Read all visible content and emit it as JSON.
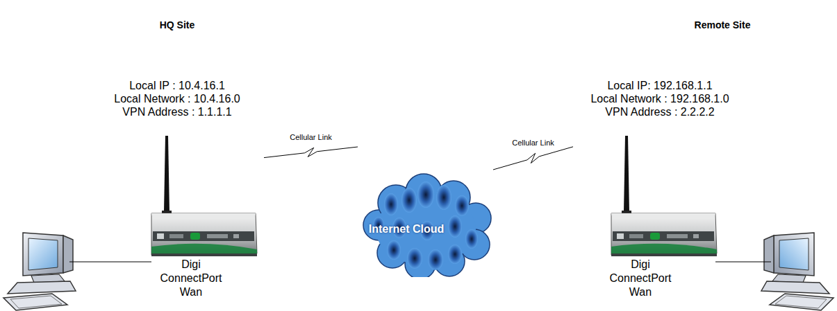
{
  "diagram": {
    "nodes": [
      {
        "text": [
          "Local IP : 10.4.16.1",
          "Local Network : 10.4.16.0",
          "VPN Address : 1.1.1.1",
          "Digi ConnectPort Wan"
        ]
      },
      {
        "text": [
          "Internet Cloud"
        ]
      },
      {
        "text": [
          "Local IP: 192.168.1.1",
          "Local Network : 192.168.1.0",
          "VPN Address : 2.2.2.2",
          "Digi ConnectPort Wan"
        ]
      }
    ],
    "edges": [
      {
        "from": 0,
        "to": 1,
        "label": "Cellular Link",
        "arrow": "none"
      },
      {
        "from": 1,
        "to": 2,
        "label": "Cellular Link",
        "arrow": "none"
      }
    ],
    "labels": [
      "HQ Site",
      "Remote Site"
    ]
  }
}
